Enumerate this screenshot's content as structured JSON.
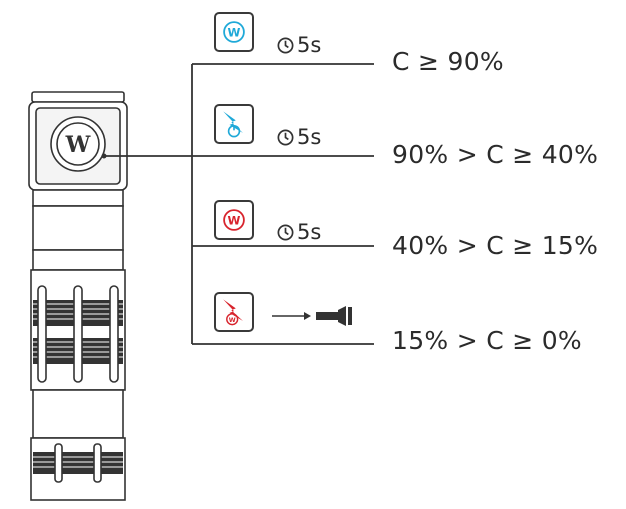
{
  "levels": [
    {
      "label": "C ≥ 90%",
      "timer": "5s",
      "indicator": "blue-w-icon",
      "color": "#1fa9d8"
    },
    {
      "label": "90% > C ≥ 40%",
      "timer": "5s",
      "indicator": "blue-flash-power-icon",
      "color": "#1fa9d8"
    },
    {
      "label": "40% > C ≥ 15%",
      "timer": "5s",
      "indicator": "red-w-icon",
      "color": "#d8242d"
    },
    {
      "label": "15% > C ≥ 0%",
      "timer": "",
      "indicator": "red-flash-w-icon",
      "color": "#d8242d"
    }
  ],
  "device_logo": "W",
  "low_battery_result": "flashlight-dim-icon"
}
